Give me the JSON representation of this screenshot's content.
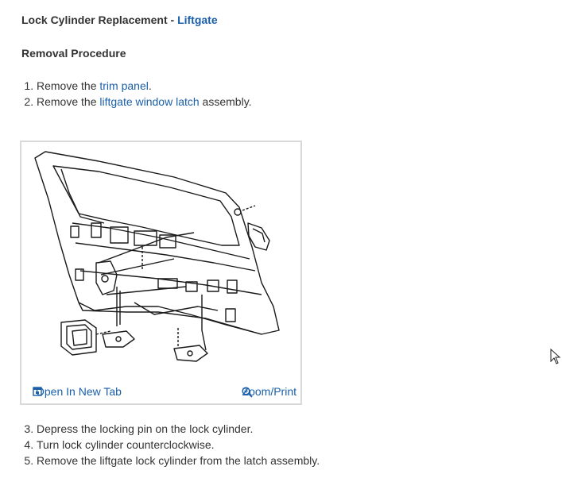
{
  "header": {
    "title_prefix": "Lock Cylinder Replacement - ",
    "title_link": "Liftgate",
    "subtitle": "Removal Procedure"
  },
  "steps_before": [
    {
      "text": "Remove the ",
      "link": "trim panel",
      "after": "."
    },
    {
      "text": "Remove the ",
      "link": "liftgate window latch",
      "after": " assembly."
    }
  ],
  "figure": {
    "open_label": "Open In New Tab",
    "zoom_label": "Zoom/Print",
    "open_icon": "open-in-new-tab-icon",
    "zoom_icon": "magnifier-plus-icon"
  },
  "steps_after": [
    "Depress the locking pin on the lock cylinder.",
    "Turn lock cylinder counterclockwise.",
    "Remove the liftgate lock cylinder from the latch assembly."
  ],
  "colors": {
    "link": "#1a5fa8",
    "text": "#333333",
    "border": "#d9d9d9"
  }
}
